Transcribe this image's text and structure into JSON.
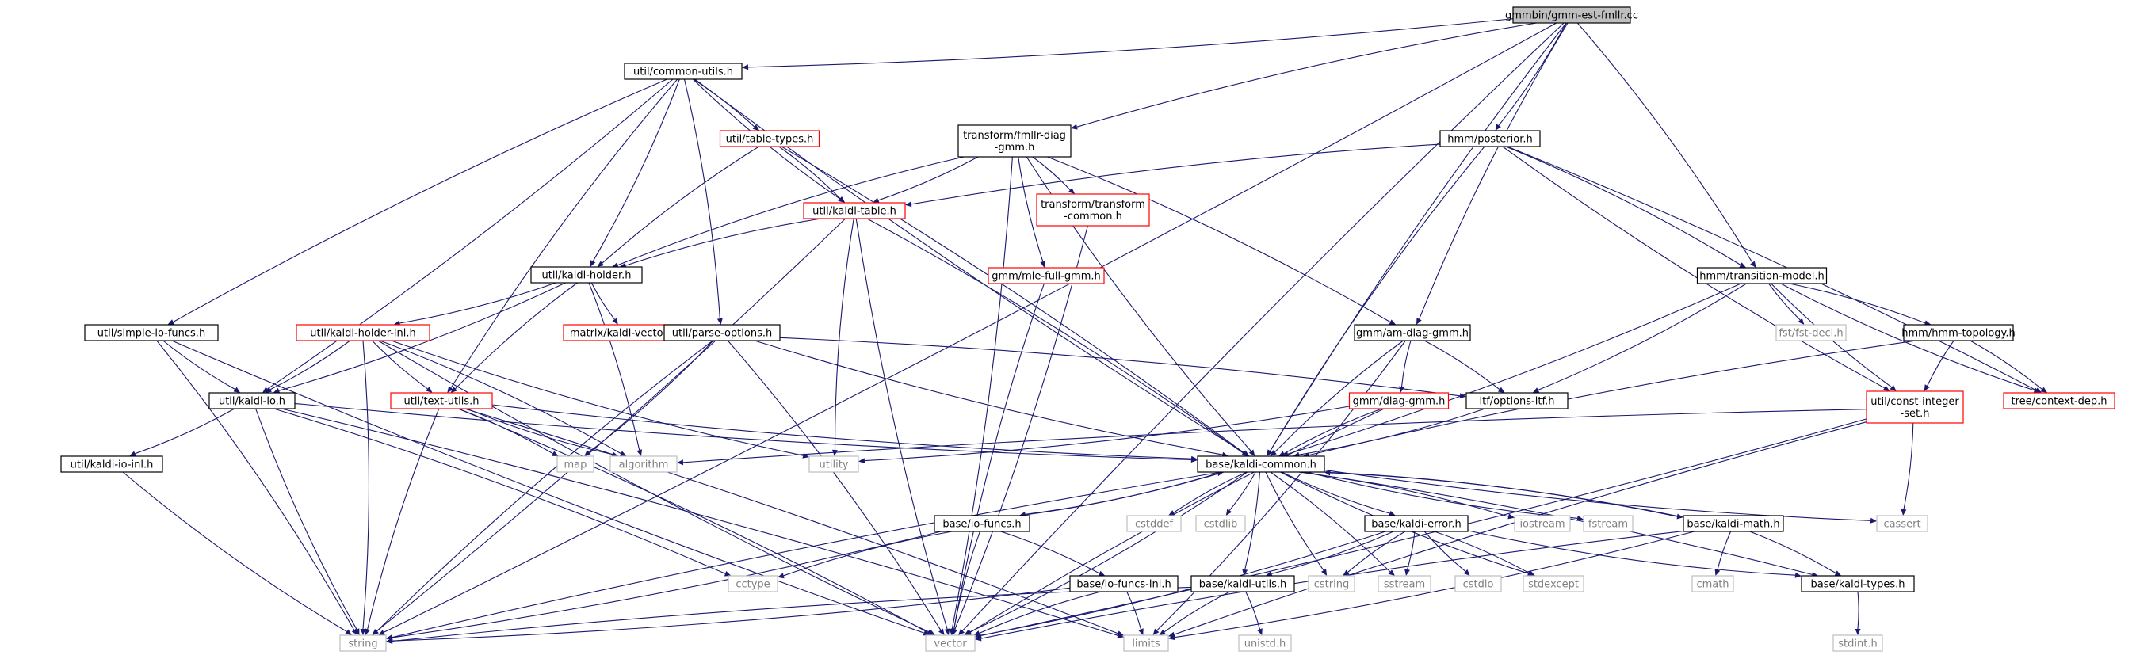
{
  "nodes": [
    {
      "id": "root",
      "label": "gmmbin/gmm-est-fmllr.cc",
      "style": "root"
    },
    {
      "id": "commonutils",
      "label": "util/common-utils.h",
      "style": "black"
    },
    {
      "id": "fmllrdiag",
      "label": "transform/fmllr-diag\n-gmm.h",
      "style": "black"
    },
    {
      "id": "posterior",
      "label": "hmm/posterior.h",
      "style": "black"
    },
    {
      "id": "tabletypes",
      "label": "util/table-types.h",
      "style": "red"
    },
    {
      "id": "kalditable",
      "label": "util/kaldi-table.h",
      "style": "red"
    },
    {
      "id": "transformcommon",
      "label": "transform/transform\n-common.h",
      "style": "red"
    },
    {
      "id": "kaldiholder",
      "label": "util/kaldi-holder.h",
      "style": "black"
    },
    {
      "id": "mlefullgmm",
      "label": "gmm/mle-full-gmm.h",
      "style": "red"
    },
    {
      "id": "transitionmodel",
      "label": "hmm/transition-model.h",
      "style": "black"
    },
    {
      "id": "simpleiofuncs",
      "label": "util/simple-io-funcs.h",
      "style": "black"
    },
    {
      "id": "holderinl",
      "label": "util/kaldi-holder-inl.h",
      "style": "red"
    },
    {
      "id": "kaldivector",
      "label": "matrix/kaldi-vector.h",
      "style": "red"
    },
    {
      "id": "parseoptions",
      "label": "util/parse-options.h",
      "style": "black"
    },
    {
      "id": "amdiaggmm",
      "label": "gmm/am-diag-gmm.h",
      "style": "black"
    },
    {
      "id": "fstdecl",
      "label": "fst/fst-decl.h",
      "style": "grey"
    },
    {
      "id": "hmmtopology",
      "label": "hmm/hmm-topology.h",
      "style": "black"
    },
    {
      "id": "kaldiio",
      "label": "util/kaldi-io.h",
      "style": "black"
    },
    {
      "id": "textutils",
      "label": "util/text-utils.h",
      "style": "red"
    },
    {
      "id": "diaggmm",
      "label": "gmm/diag-gmm.h",
      "style": "red"
    },
    {
      "id": "optionsitf",
      "label": "itf/options-itf.h",
      "style": "black"
    },
    {
      "id": "constinteger",
      "label": "util/const-integer\n-set.h",
      "style": "red"
    },
    {
      "id": "contextdep",
      "label": "tree/context-dep.h",
      "style": "red"
    },
    {
      "id": "kaldiioinl",
      "label": "util/kaldi-io-inl.h",
      "style": "black"
    },
    {
      "id": "map",
      "label": "map",
      "style": "grey"
    },
    {
      "id": "algorithm",
      "label": "algorithm",
      "style": "grey"
    },
    {
      "id": "utility",
      "label": "utility",
      "style": "grey"
    },
    {
      "id": "kaldicommon",
      "label": "base/kaldi-common.h",
      "style": "black"
    },
    {
      "id": "iofuncs",
      "label": "base/io-funcs.h",
      "style": "black"
    },
    {
      "id": "cstddef",
      "label": "cstddef",
      "style": "grey"
    },
    {
      "id": "cstdlib",
      "label": "cstdlib",
      "style": "grey"
    },
    {
      "id": "kaldierror",
      "label": "base/kaldi-error.h",
      "style": "black"
    },
    {
      "id": "iostream",
      "label": "iostream",
      "style": "grey"
    },
    {
      "id": "fstream",
      "label": "fstream",
      "style": "grey"
    },
    {
      "id": "kaldimath",
      "label": "base/kaldi-math.h",
      "style": "black"
    },
    {
      "id": "cassert",
      "label": "cassert",
      "style": "grey"
    },
    {
      "id": "cctype",
      "label": "cctype",
      "style": "grey"
    },
    {
      "id": "iofuncsinl",
      "label": "base/io-funcs-inl.h",
      "style": "black"
    },
    {
      "id": "kaldiutils",
      "label": "base/kaldi-utils.h",
      "style": "black"
    },
    {
      "id": "cstring",
      "label": "cstring",
      "style": "grey"
    },
    {
      "id": "sstream",
      "label": "sstream",
      "style": "grey"
    },
    {
      "id": "cstdio",
      "label": "cstdio",
      "style": "grey"
    },
    {
      "id": "stdexcept",
      "label": "stdexcept",
      "style": "grey"
    },
    {
      "id": "cmath",
      "label": "cmath",
      "style": "grey"
    },
    {
      "id": "kalditypes",
      "label": "base/kaldi-types.h",
      "style": "black"
    },
    {
      "id": "string",
      "label": "string",
      "style": "grey"
    },
    {
      "id": "vector",
      "label": "vector",
      "style": "grey"
    },
    {
      "id": "limits",
      "label": "limits",
      "style": "grey"
    },
    {
      "id": "unistd",
      "label": "unistd.h",
      "style": "grey"
    },
    {
      "id": "stdint",
      "label": "stdint.h",
      "style": "grey"
    }
  ],
  "edges": [
    [
      "root",
      "commonutils"
    ],
    [
      "root",
      "fmllrdiag"
    ],
    [
      "root",
      "posterior"
    ],
    [
      "root",
      "amdiaggmm"
    ],
    [
      "root",
      "transitionmodel"
    ],
    [
      "root",
      "kaldicommon"
    ],
    [
      "root",
      "string"
    ],
    [
      "root",
      "vector"
    ],
    [
      "commonutils",
      "tabletypes"
    ],
    [
      "commonutils",
      "kalditable"
    ],
    [
      "commonutils",
      "kaldiholder"
    ],
    [
      "commonutils",
      "simpleiofuncs"
    ],
    [
      "commonutils",
      "kaldiio"
    ],
    [
      "commonutils",
      "textutils"
    ],
    [
      "commonutils",
      "parseoptions"
    ],
    [
      "commonutils",
      "kaldicommon"
    ],
    [
      "fmllrdiag",
      "kalditable"
    ],
    [
      "fmllrdiag",
      "kaldiholder"
    ],
    [
      "fmllrdiag",
      "transformcommon"
    ],
    [
      "fmllrdiag",
      "mlefullgmm"
    ],
    [
      "fmllrdiag",
      "amdiaggmm"
    ],
    [
      "fmllrdiag",
      "kaldicommon"
    ],
    [
      "fmllrdiag",
      "vector"
    ],
    [
      "posterior",
      "kalditable"
    ],
    [
      "posterior",
      "transitionmodel"
    ],
    [
      "posterior",
      "constinteger"
    ],
    [
      "posterior",
      "contextdep"
    ],
    [
      "posterior",
      "kaldicommon"
    ],
    [
      "tabletypes",
      "kalditable"
    ],
    [
      "tabletypes",
      "kaldiholder"
    ],
    [
      "tabletypes",
      "kaldicommon"
    ],
    [
      "kalditable",
      "kaldiholder"
    ],
    [
      "kalditable",
      "kaldicommon"
    ],
    [
      "kalditable",
      "utility"
    ],
    [
      "kalditable",
      "string"
    ],
    [
      "kalditable",
      "vector"
    ],
    [
      "transformcommon",
      "vector"
    ],
    [
      "mlefullgmm",
      "vector"
    ],
    [
      "kaldiholder",
      "holderinl"
    ],
    [
      "kaldiholder",
      "kaldivector"
    ],
    [
      "kaldiholder",
      "kaldiio"
    ],
    [
      "kaldiholder",
      "textutils"
    ],
    [
      "kaldiholder",
      "algorithm"
    ],
    [
      "transitionmodel",
      "fstdecl"
    ],
    [
      "transitionmodel",
      "hmmtopology"
    ],
    [
      "transitionmodel",
      "constinteger"
    ],
    [
      "transitionmodel",
      "optionsitf"
    ],
    [
      "transitionmodel",
      "contextdep"
    ],
    [
      "transitionmodel",
      "kaldicommon"
    ],
    [
      "simpleiofuncs",
      "kaldiio"
    ],
    [
      "simpleiofuncs",
      "string"
    ],
    [
      "simpleiofuncs",
      "vector"
    ],
    [
      "holderinl",
      "kaldiio"
    ],
    [
      "holderinl",
      "textutils"
    ],
    [
      "holderinl",
      "algorithm"
    ],
    [
      "holderinl",
      "utility"
    ],
    [
      "holderinl",
      "string"
    ],
    [
      "holderinl",
      "vector"
    ],
    [
      "parseoptions",
      "optionsitf"
    ],
    [
      "parseoptions",
      "kaldicommon"
    ],
    [
      "parseoptions",
      "map"
    ],
    [
      "parseoptions",
      "string"
    ],
    [
      "parseoptions",
      "vector"
    ],
    [
      "amdiaggmm",
      "diaggmm"
    ],
    [
      "amdiaggmm",
      "optionsitf"
    ],
    [
      "amdiaggmm",
      "kaldicommon"
    ],
    [
      "amdiaggmm",
      "limits"
    ],
    [
      "hmmtopology",
      "constinteger"
    ],
    [
      "hmmtopology",
      "contextdep"
    ],
    [
      "hmmtopology",
      "kaldicommon"
    ],
    [
      "kaldiio",
      "kaldiioinl"
    ],
    [
      "kaldiio",
      "kaldicommon"
    ],
    [
      "kaldiio",
      "cctype"
    ],
    [
      "kaldiio",
      "string"
    ],
    [
      "kaldiio",
      "limits"
    ],
    [
      "textutils",
      "kaldicommon"
    ],
    [
      "textutils",
      "map"
    ],
    [
      "textutils",
      "algorithm"
    ],
    [
      "textutils",
      "limits"
    ],
    [
      "textutils",
      "string"
    ],
    [
      "textutils",
      "vector"
    ],
    [
      "diaggmm",
      "kaldicommon"
    ],
    [
      "diaggmm",
      "utility"
    ],
    [
      "diaggmm",
      "vector"
    ],
    [
      "optionsitf",
      "kaldicommon"
    ],
    [
      "constinteger",
      "algorithm"
    ],
    [
      "constinteger",
      "cassert"
    ],
    [
      "constinteger",
      "limits"
    ],
    [
      "constinteger",
      "vector"
    ],
    [
      "kaldiioinl",
      "string"
    ],
    [
      "kaldicommon",
      "iofuncs"
    ],
    [
      "kaldicommon",
      "cstddef"
    ],
    [
      "kaldicommon",
      "cstdlib"
    ],
    [
      "kaldicommon",
      "kaldierror"
    ],
    [
      "kaldicommon",
      "iostream"
    ],
    [
      "kaldicommon",
      "fstream"
    ],
    [
      "kaldicommon",
      "kaldimath"
    ],
    [
      "kaldicommon",
      "cassert"
    ],
    [
      "kaldicommon",
      "kaldiutils"
    ],
    [
      "kaldicommon",
      "cstring"
    ],
    [
      "kaldicommon",
      "sstream"
    ],
    [
      "kaldicommon",
      "stdexcept"
    ],
    [
      "kaldicommon",
      "kalditypes"
    ],
    [
      "kaldicommon",
      "string"
    ],
    [
      "kaldicommon",
      "vector"
    ],
    [
      "iofuncs",
      "kaldicommon"
    ],
    [
      "iofuncs",
      "iofuncsinl"
    ],
    [
      "iofuncs",
      "cctype"
    ],
    [
      "iofuncs",
      "string"
    ],
    [
      "iofuncs",
      "vector"
    ],
    [
      "kaldierror",
      "kaldiutils"
    ],
    [
      "kaldierror",
      "cstring"
    ],
    [
      "kaldierror",
      "sstream"
    ],
    [
      "kaldierror",
      "cstdio"
    ],
    [
      "kaldierror",
      "stdexcept"
    ],
    [
      "kaldierror",
      "kalditypes"
    ],
    [
      "kaldierror",
      "vector"
    ],
    [
      "kaldimath",
      "kaldicommon"
    ],
    [
      "kaldimath",
      "kalditypes"
    ],
    [
      "kaldimath",
      "cmath"
    ],
    [
      "kaldimath",
      "limits"
    ],
    [
      "kaldimath",
      "vector"
    ],
    [
      "iofuncsinl",
      "limits"
    ],
    [
      "iofuncsinl",
      "vector"
    ],
    [
      "iofuncsinl",
      "string"
    ],
    [
      "kaldiutils",
      "limits"
    ],
    [
      "kaldiutils",
      "unistd"
    ],
    [
      "kaldiutils",
      "string"
    ],
    [
      "kalditypes",
      "stdint"
    ]
  ]
}
